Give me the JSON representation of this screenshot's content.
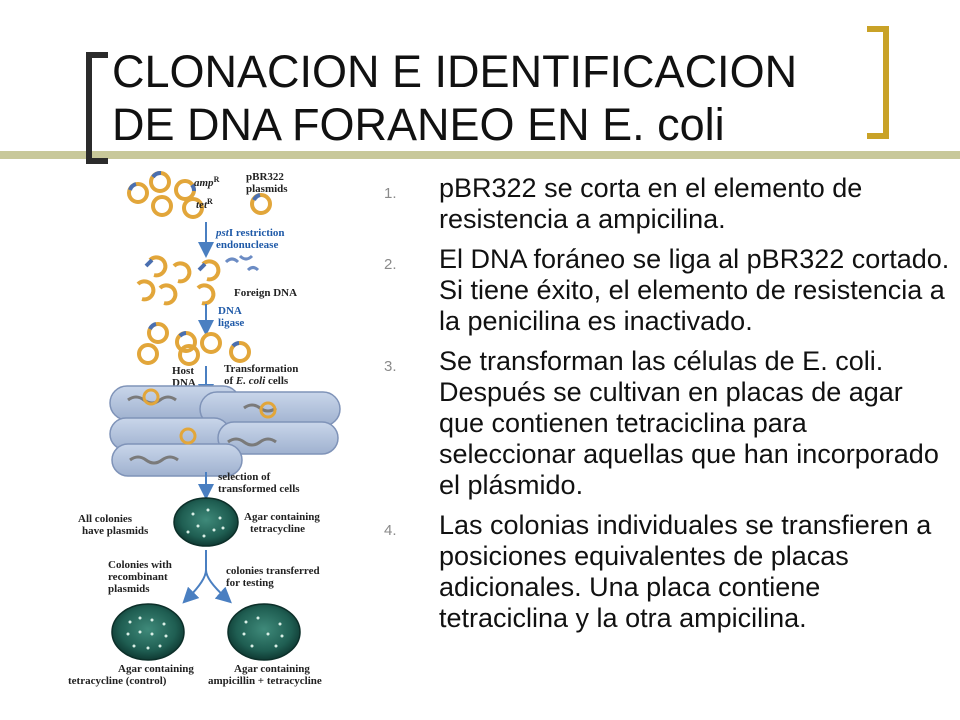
{
  "title": {
    "line1": "CLONACION E IDENTIFICACION",
    "line2": "DE DNA FORANEO EN E. coli"
  },
  "colors": {
    "accent_line": "#c8c89a",
    "bracket_left": "#2b2b2b",
    "bracket_right": "#c9a227",
    "list_number": "#8a8a8a",
    "figure_arrow": "#4a7fc1"
  },
  "steps": [
    {
      "number": "1.",
      "text": "pBR322 se corta en el elemento de resistencia a ampicilina."
    },
    {
      "number": "2.",
      "text": "El DNA foráneo se liga al pBR322 cortado. Si tiene éxito, el elemento de resistencia a la penicilina es inactivado."
    },
    {
      "number": "3.",
      "text": "Se transforman las células de E. coli. Después se cultivan en placas de agar que contienen tetraciclina para seleccionar aquellas que han incorporado el plásmido."
    },
    {
      "number": "4.",
      "text": "Las colonias individuales se transfieren a posiciones equivalentes de placas adicionales. Una placa contiene tetraciclina y la otra ampicilina."
    }
  ],
  "figure": {
    "amp_label": "amp",
    "tet_label": "tet",
    "resistance_sup": "R",
    "pbr_line1": "pBR322",
    "pbr_line2": "plasmids",
    "pst_enzyme": "pst",
    "pst_line1_rest": "I restriction",
    "pst_line2": "endonuclease",
    "foreign_dna": "Foreign DNA",
    "ligase_line1": "DNA",
    "ligase_line2": "ligase",
    "host_line1": "Host",
    "host_line2": "DNA",
    "transform_line1": "Transformation",
    "transform_of": "of ",
    "transform_species": "E. coli",
    "transform_cells": " cells",
    "selection_line1": "selection of",
    "selection_line2": "transformed cells",
    "all_colonies_line1": "All colonies",
    "all_colonies_line2": "have plasmids",
    "agar_tet_line1": "Agar containing",
    "agar_tet_line2": "tetracycline",
    "recomb_line1": "Colonies with",
    "recomb_line2": "recombinant",
    "recomb_line3": "plasmids",
    "transferred_line1": "colonies transferred",
    "transferred_line2": "for testing",
    "control_line1": "Agar containing",
    "control_line2": "tetracycline (control)",
    "amp_tet_line1": "Agar containing",
    "amp_tet_line2": "ampicillin + tetracycline"
  }
}
